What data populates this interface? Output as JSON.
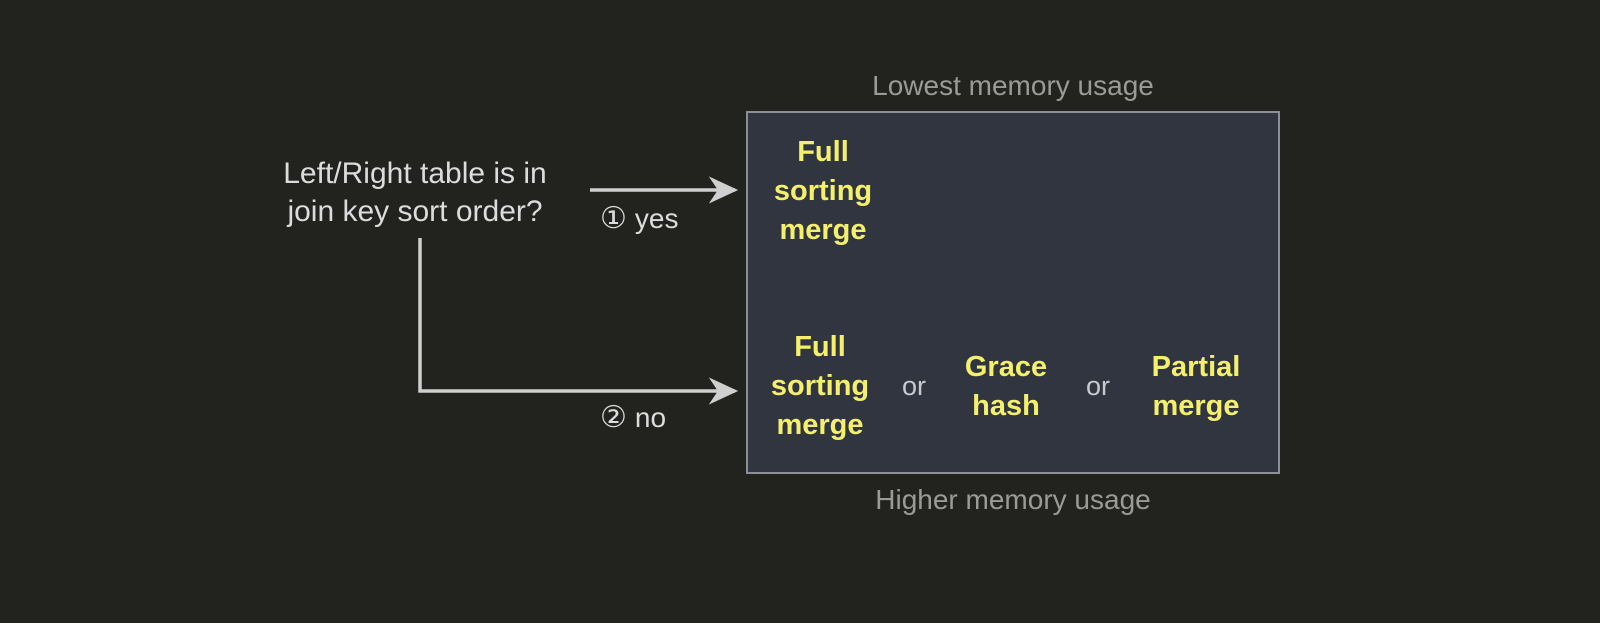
{
  "diagram": {
    "question": "Left/Right table is in\njoin key sort order?",
    "branches": [
      {
        "marker": "①",
        "label": "yes"
      },
      {
        "marker": "②",
        "label": "no"
      }
    ],
    "captions": {
      "top": "Lowest memory usage",
      "bottom": "Higher memory usage"
    },
    "panel": {
      "sorted_row": {
        "options": [
          {
            "text": "Full\nsorting\nmerge"
          }
        ]
      },
      "unsorted_row": {
        "separator": "or",
        "options": [
          {
            "text": "Full\nsorting\nmerge"
          },
          {
            "text": "Grace\nhash"
          },
          {
            "text": "Partial\nmerge"
          }
        ]
      }
    },
    "colors": {
      "background": "#22231e",
      "panel_fill": "#31353f",
      "panel_border": "#8c8f96",
      "algorithm_text": "#f4f06d",
      "body_text": "#dcdcdc",
      "caption_text": "#9a9a96",
      "connector": "#cfcfcf"
    }
  }
}
